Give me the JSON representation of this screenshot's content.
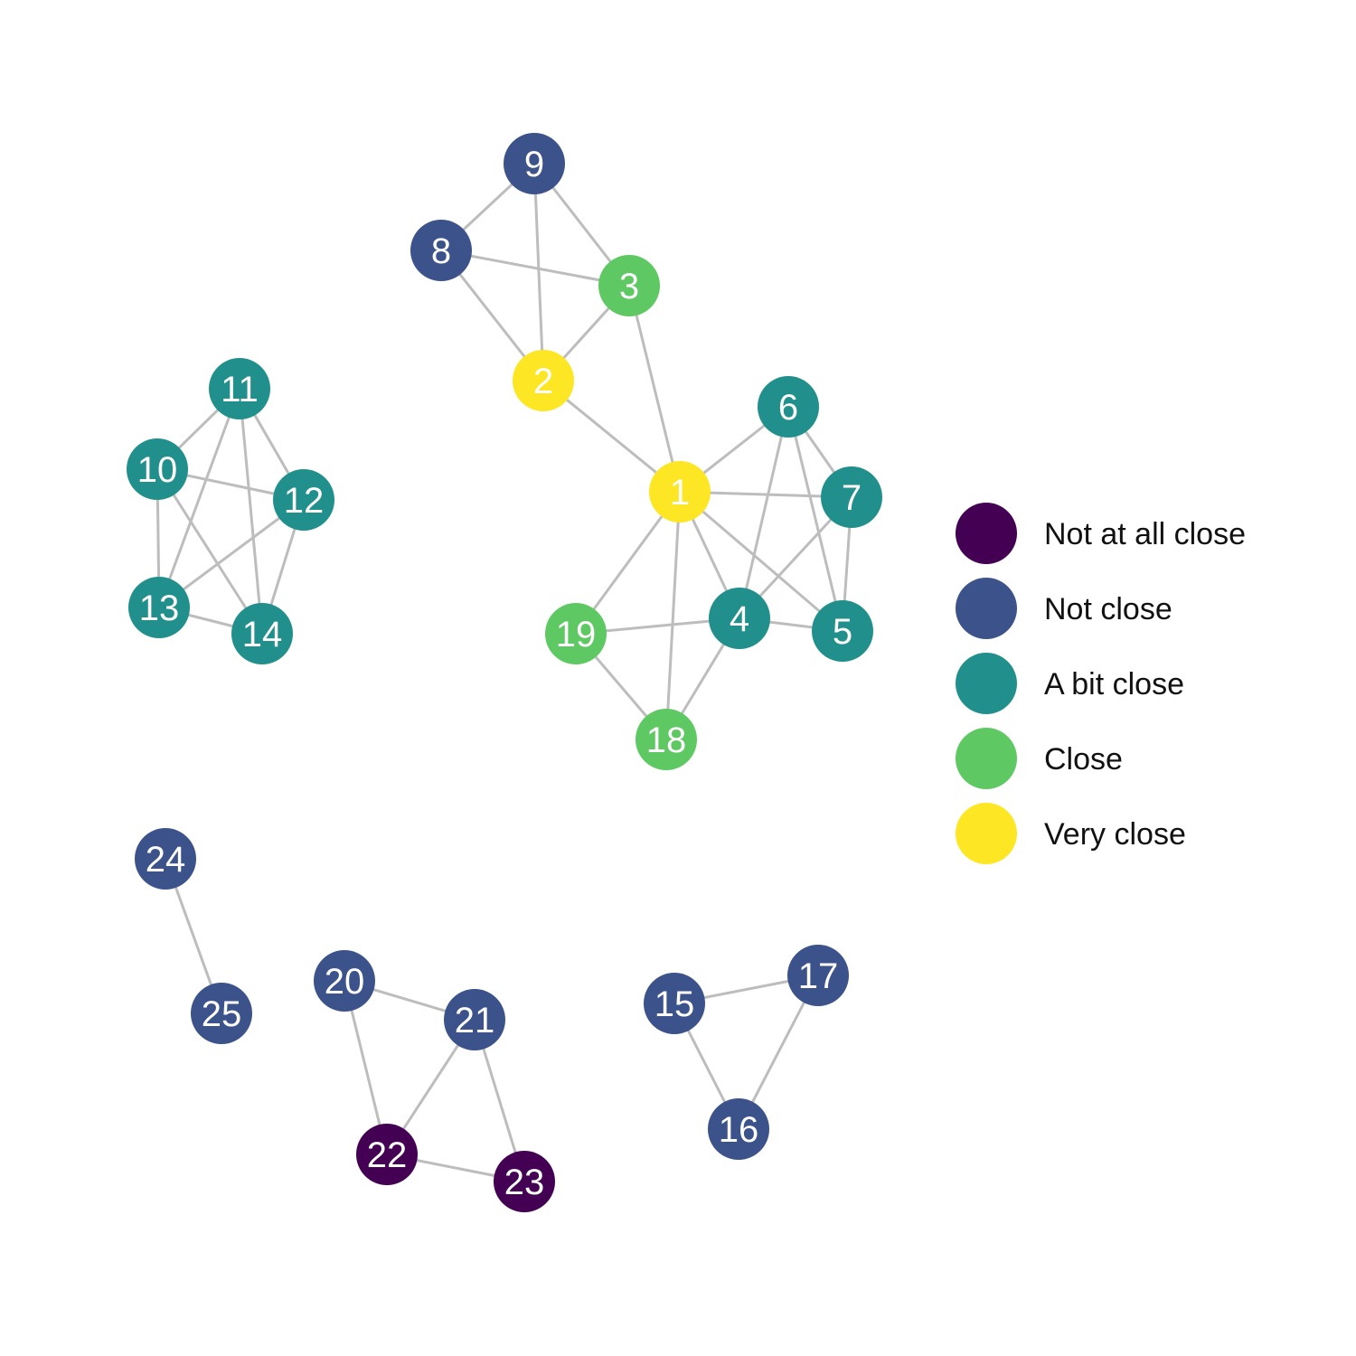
{
  "colors": {
    "edge": "#bdbdbd",
    "not_at_all_close": "#440154",
    "not_close": "#3b528b",
    "a_bit_close": "#21908c",
    "close": "#5ec962",
    "very_close": "#fde725"
  },
  "legend": [
    {
      "level": "not_at_all_close",
      "label": "Not at all close"
    },
    {
      "level": "not_close",
      "label": "Not close"
    },
    {
      "level": "a_bit_close",
      "label": "A bit close"
    },
    {
      "level": "close",
      "label": "Close"
    },
    {
      "level": "very_close",
      "label": "Very close"
    }
  ],
  "nodes": [
    {
      "id": "1",
      "label": "1",
      "level": "very_close"
    },
    {
      "id": "2",
      "label": "2",
      "level": "very_close"
    },
    {
      "id": "3",
      "label": "3",
      "level": "close"
    },
    {
      "id": "4",
      "label": "4",
      "level": "a_bit_close"
    },
    {
      "id": "5",
      "label": "5",
      "level": "a_bit_close"
    },
    {
      "id": "6",
      "label": "6",
      "level": "a_bit_close"
    },
    {
      "id": "7",
      "label": "7",
      "level": "a_bit_close"
    },
    {
      "id": "8",
      "label": "8",
      "level": "not_close"
    },
    {
      "id": "9",
      "label": "9",
      "level": "not_close"
    },
    {
      "id": "10",
      "label": "10",
      "level": "a_bit_close"
    },
    {
      "id": "11",
      "label": "11",
      "level": "a_bit_close"
    },
    {
      "id": "12",
      "label": "12",
      "level": "a_bit_close"
    },
    {
      "id": "13",
      "label": "13",
      "level": "a_bit_close"
    },
    {
      "id": "14",
      "label": "14",
      "level": "a_bit_close"
    },
    {
      "id": "15",
      "label": "15",
      "level": "not_close"
    },
    {
      "id": "16",
      "label": "16",
      "level": "not_close"
    },
    {
      "id": "17",
      "label": "17",
      "level": "not_close"
    },
    {
      "id": "18",
      "label": "18",
      "level": "close"
    },
    {
      "id": "19",
      "label": "19",
      "level": "close"
    },
    {
      "id": "20",
      "label": "20",
      "level": "not_close"
    },
    {
      "id": "21",
      "label": "21",
      "level": "not_close"
    },
    {
      "id": "22",
      "label": "22",
      "level": "not_at_all_close"
    },
    {
      "id": "23",
      "label": "23",
      "level": "not_at_all_close"
    },
    {
      "id": "24",
      "label": "24",
      "level": "not_close"
    },
    {
      "id": "25",
      "label": "25",
      "level": "not_close"
    }
  ],
  "edges": [
    [
      "9",
      "8"
    ],
    [
      "9",
      "3"
    ],
    [
      "9",
      "2"
    ],
    [
      "8",
      "3"
    ],
    [
      "8",
      "2"
    ],
    [
      "3",
      "2"
    ],
    [
      "3",
      "1"
    ],
    [
      "2",
      "1"
    ],
    [
      "1",
      "6"
    ],
    [
      "1",
      "7"
    ],
    [
      "1",
      "4"
    ],
    [
      "1",
      "5"
    ],
    [
      "1",
      "19"
    ],
    [
      "1",
      "18"
    ],
    [
      "6",
      "7"
    ],
    [
      "6",
      "4"
    ],
    [
      "6",
      "5"
    ],
    [
      "7",
      "5"
    ],
    [
      "7",
      "4"
    ],
    [
      "4",
      "5"
    ],
    [
      "4",
      "19"
    ],
    [
      "4",
      "18"
    ],
    [
      "19",
      "18"
    ],
    [
      "11",
      "10"
    ],
    [
      "11",
      "12"
    ],
    [
      "11",
      "13"
    ],
    [
      "11",
      "14"
    ],
    [
      "10",
      "12"
    ],
    [
      "10",
      "13"
    ],
    [
      "10",
      "14"
    ],
    [
      "12",
      "13"
    ],
    [
      "12",
      "14"
    ],
    [
      "13",
      "14"
    ],
    [
      "24",
      "25"
    ],
    [
      "20",
      "21"
    ],
    [
      "20",
      "22"
    ],
    [
      "21",
      "22"
    ],
    [
      "21",
      "23"
    ],
    [
      "22",
      "23"
    ],
    [
      "15",
      "17"
    ],
    [
      "15",
      "16"
    ],
    [
      "17",
      "16"
    ]
  ]
}
